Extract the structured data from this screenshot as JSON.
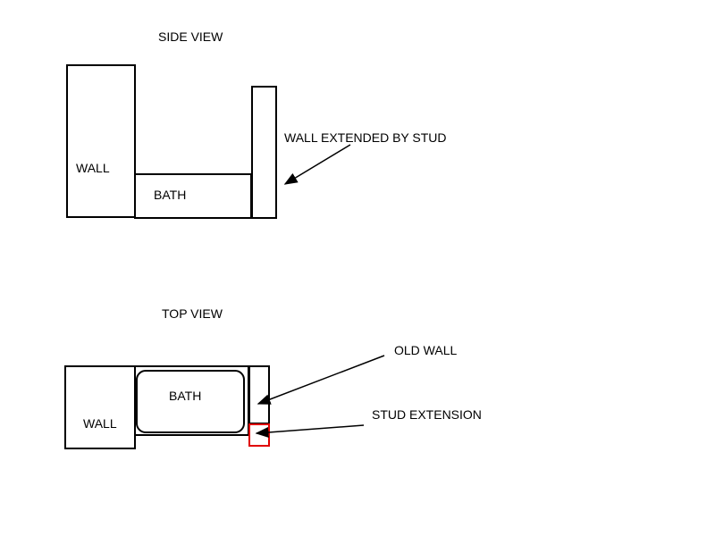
{
  "side_view": {
    "title": "SIDE VIEW",
    "wall_label": "WALL",
    "bath_label": "BATH",
    "annotation": "WALL EXTENDED BY STUD"
  },
  "top_view": {
    "title": "TOP VIEW",
    "wall_label": "WALL",
    "bath_label": "BATH",
    "old_wall_annotation": "OLD WALL",
    "stud_annotation": "STUD EXTENSION"
  },
  "colors": {
    "stroke": "#000000",
    "highlight": "#e00000"
  }
}
